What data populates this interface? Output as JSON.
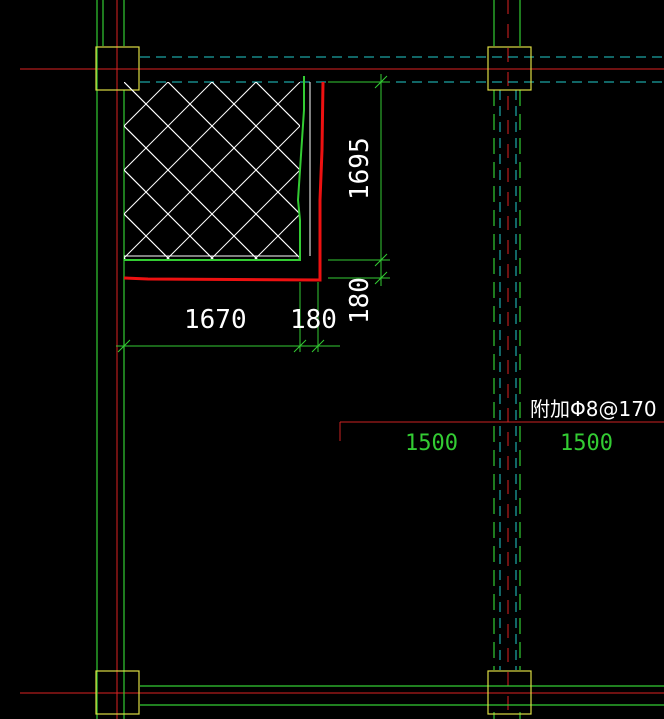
{
  "dimensions": {
    "width_1670": "1670",
    "width_180": "180",
    "height_1695": "1695",
    "height_180": "180"
  },
  "annotation": {
    "rebar_note": "附加Φ8@170",
    "span_left": "1500",
    "span_right": "1500"
  },
  "colors": {
    "background": "#000000",
    "wall_green": "#33cc33",
    "cyan_dash": "#22cccc",
    "axis_red": "#dd2222",
    "rebar_red": "#ee1111",
    "column_yellow": "#dddd44",
    "hatch_white": "#ffffff",
    "dim_green": "#33cc33",
    "annotation_red": "#cc2222"
  }
}
